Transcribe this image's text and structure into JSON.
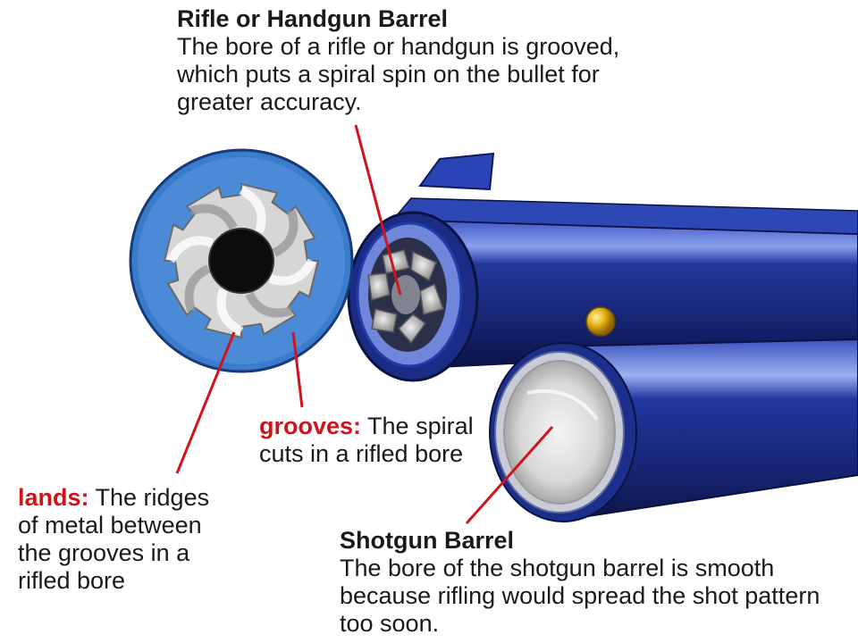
{
  "rifle": {
    "title": "Rifle or Handgun Barrel",
    "text": "The bore of a rifle or handgun is grooved, which puts a spiral spin on the bullet for greater accuracy."
  },
  "grooves": {
    "term": "grooves:",
    "text": " The spiral cuts in a rifled bore"
  },
  "lands": {
    "term": "lands:",
    "text": " The ridges of metal between the grooves in a rifled bore"
  },
  "shotgun": {
    "title": "Shotgun Barrel",
    "text": "The bore of the shotgun barrel is smooth because rifling would spread the shot pattern too soon."
  },
  "colors": {
    "barrel_blue": "#1d2f8c",
    "crosssection_blue": "#3a7ccc",
    "leader_red": "#d0141c",
    "term_red": "#d0141c"
  }
}
